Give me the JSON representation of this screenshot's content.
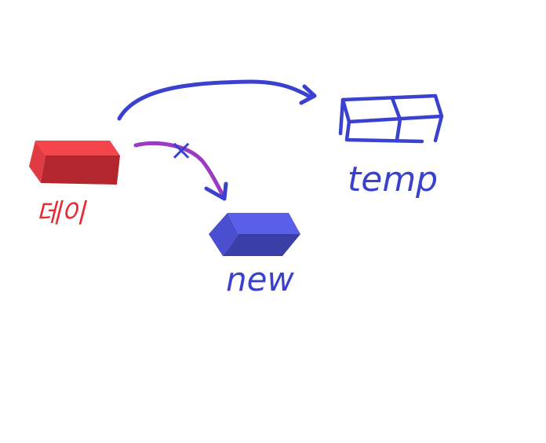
{
  "labels": {
    "source": "데이",
    "temp": "temp",
    "new": "new",
    "blocked_mark": "×"
  },
  "colors": {
    "red_block_top": "#f4444c",
    "red_block_front": "#b3262e",
    "red_block_side": "#e03a42",
    "red_label": "#e82a33",
    "blue_block_top": "#5a5ee8",
    "blue_block_front": "#3a3fa8",
    "blue_block_side": "#4a4fd0",
    "ink_blue": "#3a41cf",
    "ink_purple": "#9a3bc4"
  }
}
